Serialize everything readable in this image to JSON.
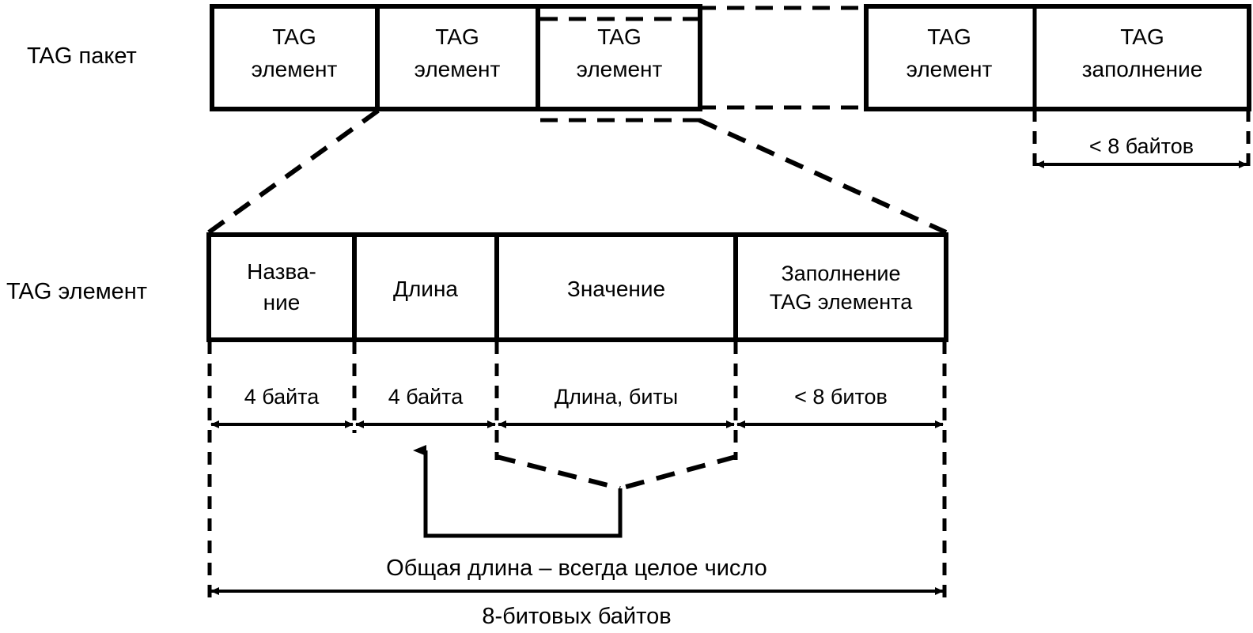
{
  "figure": {
    "title": "TAG packet and TAG element structure",
    "language": "ru",
    "stroke_color": "#000000",
    "background_color": "#ffffff"
  },
  "rows": {
    "packet": {
      "label": "TAG пакет",
      "boxes": [
        {
          "line1": "TAG",
          "line2": "элемент"
        },
        {
          "line1": "TAG",
          "line2": "элемент"
        },
        {
          "line1": "TAG",
          "line2": "элемент"
        },
        {
          "line1": "TAG",
          "line2": "элемент"
        },
        {
          "line1": "TAG",
          "line2": "заполнение"
        }
      ],
      "padding_dimension": "< 8 байтов"
    },
    "element": {
      "label": "TAG элемент",
      "fields": [
        {
          "line1": "Назва-",
          "line2": "ние",
          "size": "4 байта"
        },
        {
          "line1": "Длина",
          "line2": "",
          "size": "4 байта"
        },
        {
          "line1": "Значение",
          "line2": "",
          "size": "Длина, биты"
        },
        {
          "line1": "Заполнение",
          "line2": "TAG элемента",
          "size": "< 8 битов"
        }
      ],
      "total_line1": "Общая длина – всегда целое число",
      "total_line2": "8-битовых байтов"
    }
  }
}
